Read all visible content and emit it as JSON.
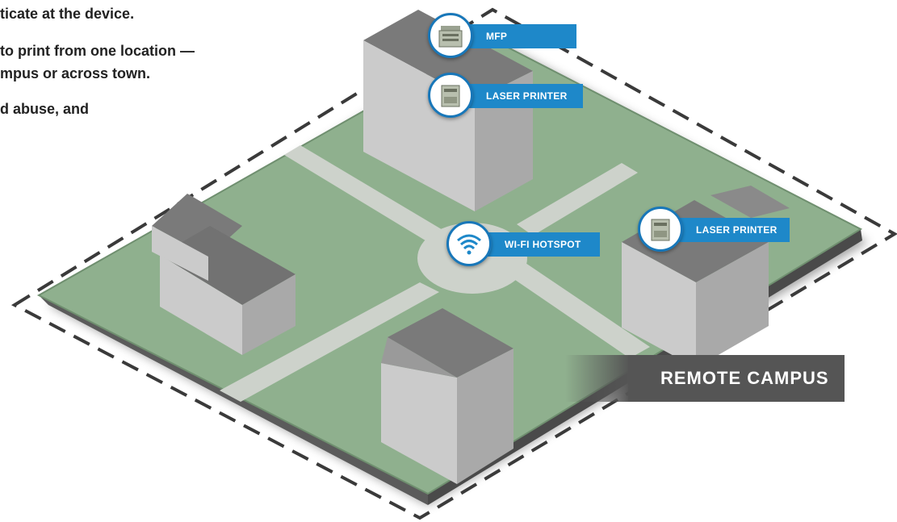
{
  "intro_lines": [
    "ticate at the device.",
    "to print from one location —",
    "mpus or across town.",
    "d abuse, and"
  ],
  "colors": {
    "accent": "#1e88c9",
    "badge_ring": "#1877b9",
    "lawn": "#8fb08e",
    "lawn_edge": "#5b5b5b",
    "path": "#cdd2cb",
    "building_top": "#7a7a7a",
    "building_side": "#cbcbcb",
    "building_front": "#b3b3b3",
    "campus_label_bg": "#555555",
    "text": "#222222"
  },
  "callouts": [
    {
      "id": "mfp",
      "label": "MFP",
      "icon": "mfp-copier-icon"
    },
    {
      "id": "laser-printer-1",
      "label": "LASER PRINTER",
      "icon": "laser-printer-icon"
    },
    {
      "id": "wifi",
      "label": "WI-FI HOTSPOT",
      "icon": "wifi-icon"
    },
    {
      "id": "laser-printer-2",
      "label": "LASER PRINTER",
      "icon": "laser-printer-icon"
    }
  ],
  "campus_label": "REMOTE CAMPUS"
}
